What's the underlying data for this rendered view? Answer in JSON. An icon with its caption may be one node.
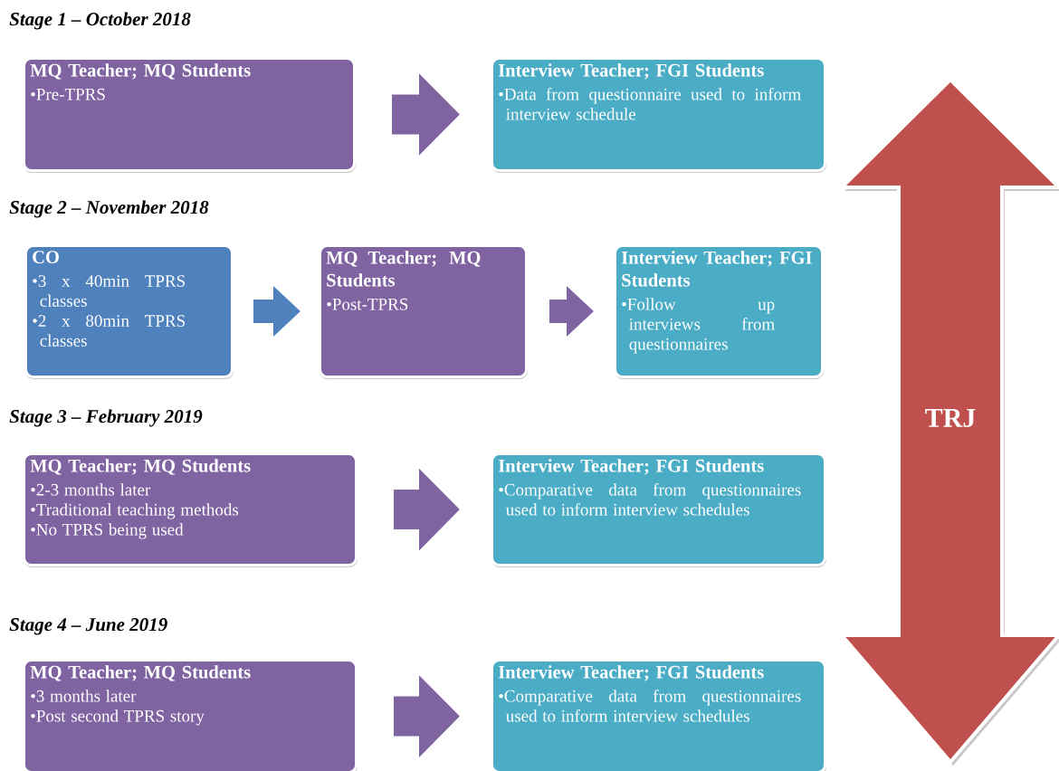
{
  "diagram": {
    "nodes": [
      {
        "text": [
          "MQ Teacher; MQ Students",
          "•Pre-TPRS"
        ]
      },
      {
        "text": [
          "Interview Teacher; FGI Students",
          "•Data from questionnaire used to inform interview schedule"
        ]
      },
      {
        "text": [
          "CO",
          "•3 x 40min TPRS classes",
          "•2 x 80min TPRS classes"
        ]
      },
      {
        "text": [
          "MQ Teacher; MQ Students",
          "•Post-TPRS"
        ]
      },
      {
        "text": [
          "Interview Teacher; FGI Students",
          "•Follow up interviews from questionnaires"
        ]
      },
      {
        "text": [
          "MQ Teacher; MQ Students",
          "•2-3 months later",
          "•Traditional teaching methods",
          "•No TPRS being used"
        ]
      },
      {
        "text": [
          "Interview Teacher; FGI Students",
          "•Comparative data from questionnaires used to inform interview schedules"
        ]
      },
      {
        "text": [
          "MQ Teacher; MQ Students",
          "•3 months later",
          "•Post second TPRS story"
        ]
      },
      {
        "text": [
          "Interview Teacher; FGI Students",
          "•Comparative data from questionnaires used to inform interview schedules"
        ]
      },
      {
        "text": [
          "TRJ"
        ]
      }
    ],
    "edges": [
      {
        "from": 0,
        "to": 1,
        "arrow": "to"
      },
      {
        "from": 2,
        "to": 3,
        "arrow": "to",
        "color": "#4f81bd"
      },
      {
        "from": 3,
        "to": 4,
        "arrow": "to"
      },
      {
        "from": 5,
        "to": 6,
        "arrow": "to"
      },
      {
        "from": 7,
        "to": 8,
        "arrow": "to"
      }
    ],
    "labels": [
      "Stage 1 – October 2018",
      "Stage 2 – November 2018",
      "Stage 3 – February 2019",
      "Stage 4 – June 2019"
    ]
  }
}
